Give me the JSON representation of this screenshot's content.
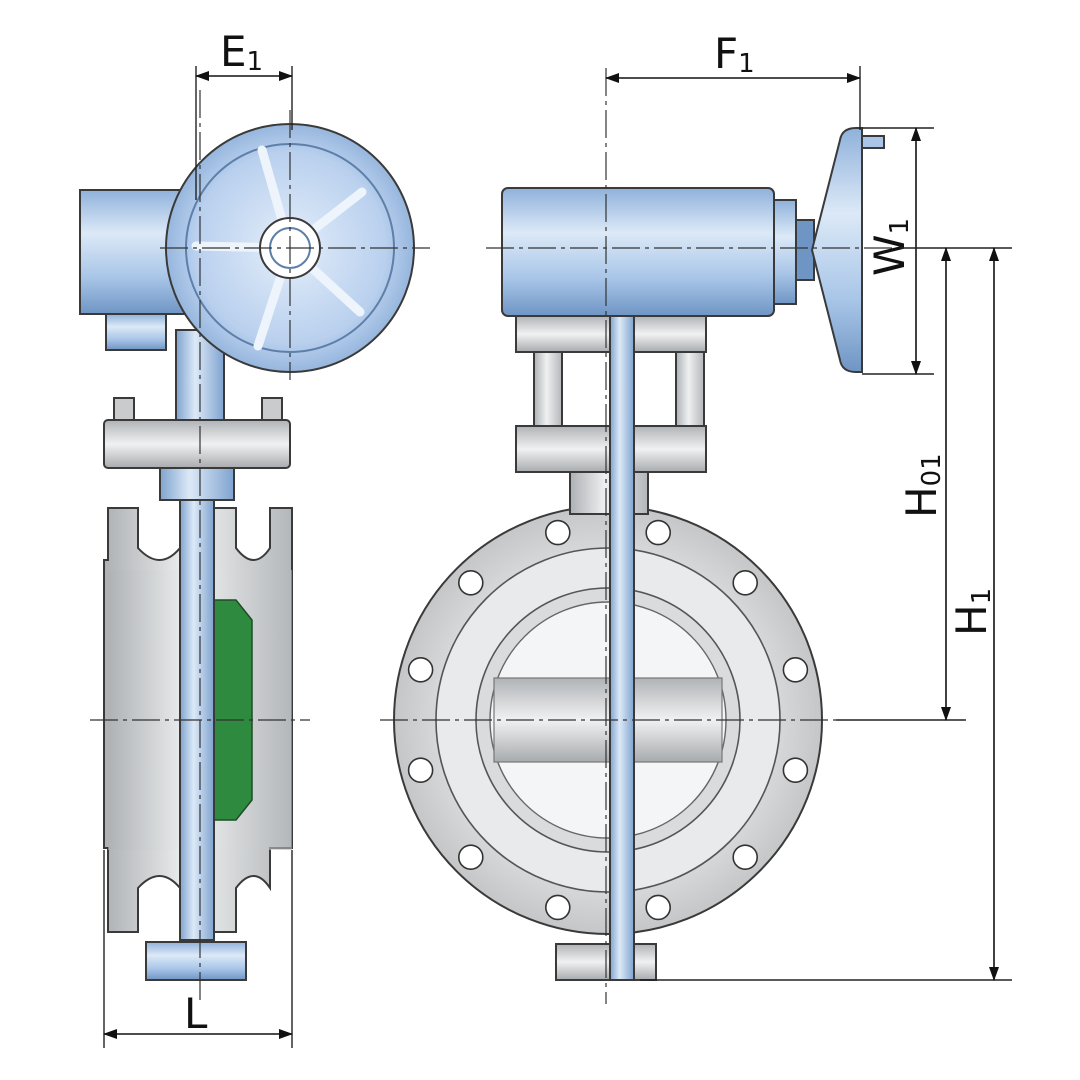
{
  "dimensions": {
    "e1": {
      "main": "E",
      "sub": "1"
    },
    "f1": {
      "main": "F",
      "sub": "1"
    },
    "w1": {
      "main": "W",
      "sub": "1"
    },
    "h01": {
      "main": "H",
      "sub": "01"
    },
    "h1": {
      "main": "H",
      "sub": "1"
    },
    "l": {
      "main": "L",
      "sub": ""
    }
  },
  "colors": {
    "actuator_blue": "#a9c6e8",
    "actuator_blue_dark": "#7fa3cf",
    "body_gray": "#d6d8da",
    "body_gray_dark": "#b4b7ba",
    "seal_green": "#2e8a3e",
    "line": "#222222"
  },
  "icons": {
    "side_view": "butterfly-valve-side-view",
    "front_view": "butterfly-valve-front-view",
    "handwheel": "gear-handwheel-icon"
  }
}
